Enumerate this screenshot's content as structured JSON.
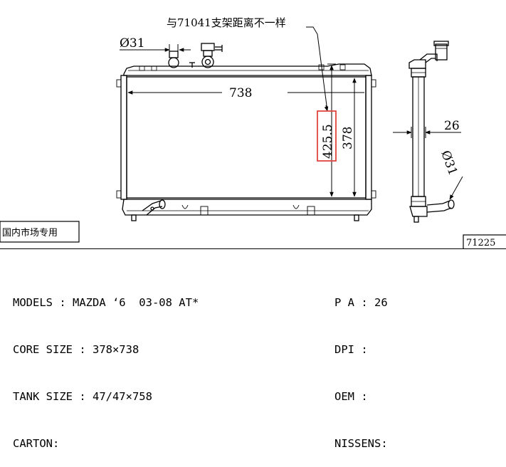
{
  "drawing": {
    "note": "与71041支架距离不一样",
    "dim_pipe_front": "Ø31",
    "dim_width": "738",
    "dim_inner_height": "425.5",
    "dim_core_height": "378",
    "dim_thickness": "26",
    "dim_pipe_side": "Ø31",
    "stamp_domestic": "国内市场专用",
    "stamp_part_no": "71225"
  },
  "specs": {
    "left": [
      "MODELS : MAZDA ‘6  03-08 AT*",
      "CORE SIZE : 378×738",
      "TANK SIZE : 47/47×758",
      "CARTON:"
    ],
    "right": [
      "P A : 26",
      "DPI :",
      "OEM :",
      "NISSENS:"
    ]
  },
  "colors": {
    "ink": "#000000",
    "highlight": "#e0463c"
  }
}
